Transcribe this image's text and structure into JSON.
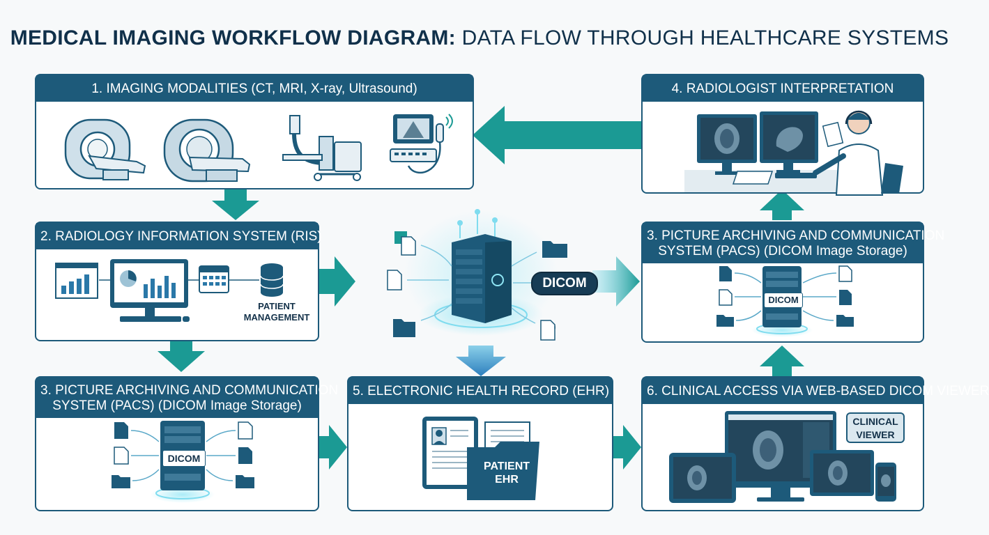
{
  "title": {
    "bold": "MEDICAL IMAGING WORKFLOW DIAGRAM:",
    "light": " DATA FLOW THROUGH HEALTHCARE SYSTEMS"
  },
  "panels": {
    "modalities": {
      "header": "1. IMAGING MODALITIES (CT, MRI, X-ray, Ultrasound)"
    },
    "ris": {
      "header": "2. RADIOLOGY INFORMATION SYSTEM (RIS)",
      "patient_label_1": "PATIENT",
      "patient_label_2": "MANAGEMENT"
    },
    "pacs_left": {
      "header_line1": "3. PICTURE ARCHIVING AND COMMUNICATION",
      "header_line2_bold": "SYSTEM (PACS)",
      "header_line2_light": " (DICOM Image Storage)",
      "server_label": "DICOM"
    },
    "ehr": {
      "header": "5. ELECTRONIC HEALTH RECORD (EHR)",
      "folder_label_1": "PATIENT",
      "folder_label_2": "EHR"
    },
    "radiologist": {
      "header": "4. RADIOLOGIST INTERPRETATION"
    },
    "pacs_right": {
      "header_line1": "3. PICTURE ARCHIVING AND COMMUNICATION",
      "header_line2_bold": "SYSTEM (PACS)",
      "header_line2_light": " (DICOM Image Storage)",
      "server_label": "DICOM"
    },
    "viewer": {
      "header": "6. CLINICAL ACCESS VIA WEB-BASED DICOM VIEWER",
      "callout_1": "CLINICAL",
      "callout_2": "VIEWER"
    }
  },
  "center": {
    "dicom_badge": "DICOM"
  },
  "colors": {
    "primary": "#1d5a7a",
    "teal": "#1b9a94",
    "glow": "#7fdcef",
    "light_panel": "#dbe8ef"
  }
}
